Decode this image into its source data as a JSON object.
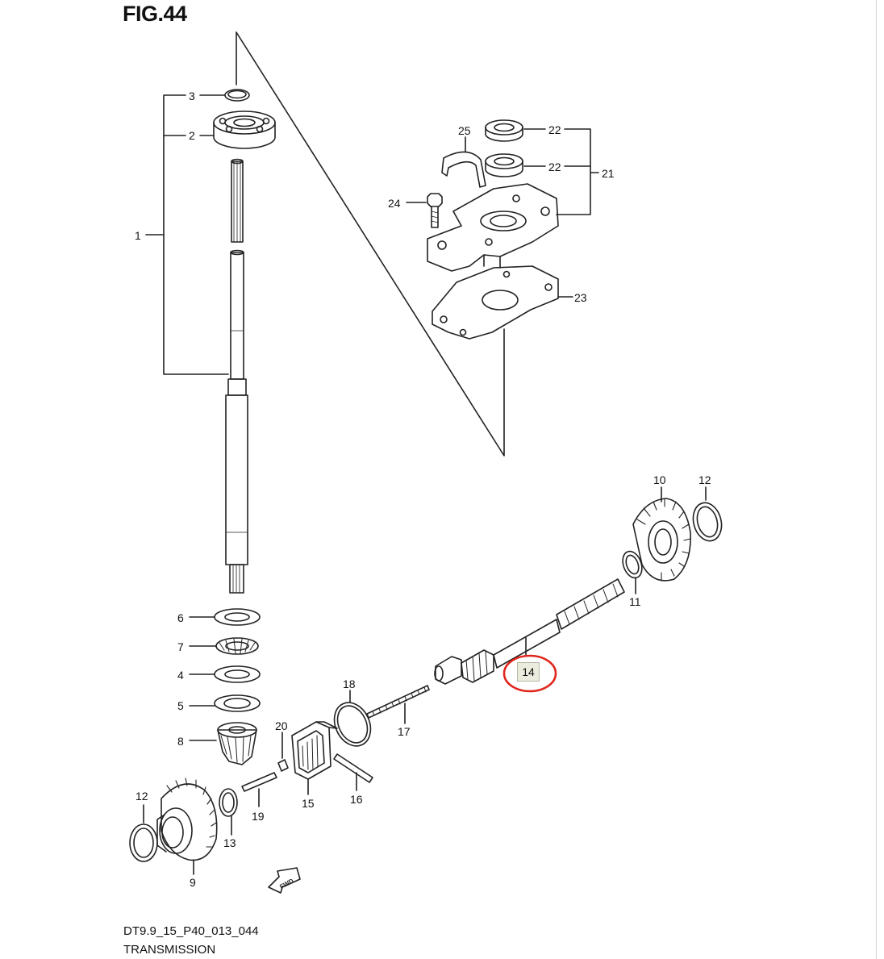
{
  "figure": {
    "title": "FIG.44",
    "code": "DT9.9_15_P40_013_044",
    "name": "TRANSMISSION",
    "fwd_label": "FWD"
  },
  "callouts": {
    "p1": "1",
    "p2": "2",
    "p3": "3",
    "p4": "4",
    "p5": "5",
    "p6": "6",
    "p7": "7",
    "p8": "8",
    "p9": "9",
    "p10": "10",
    "p11": "11",
    "p12a": "12",
    "p12b": "12",
    "p13": "13",
    "p14": "14",
    "p15": "15",
    "p16": "16",
    "p17": "17",
    "p18": "18",
    "p19": "19",
    "p20": "20",
    "p21": "21",
    "p22a": "22",
    "p22b": "22",
    "p23": "23",
    "p24": "24",
    "p25": "25"
  },
  "highlight": {
    "part": "14",
    "circle_color": "#e0251b"
  },
  "colors": {
    "line": "#222222",
    "highlight_fill": "#ececde"
  }
}
